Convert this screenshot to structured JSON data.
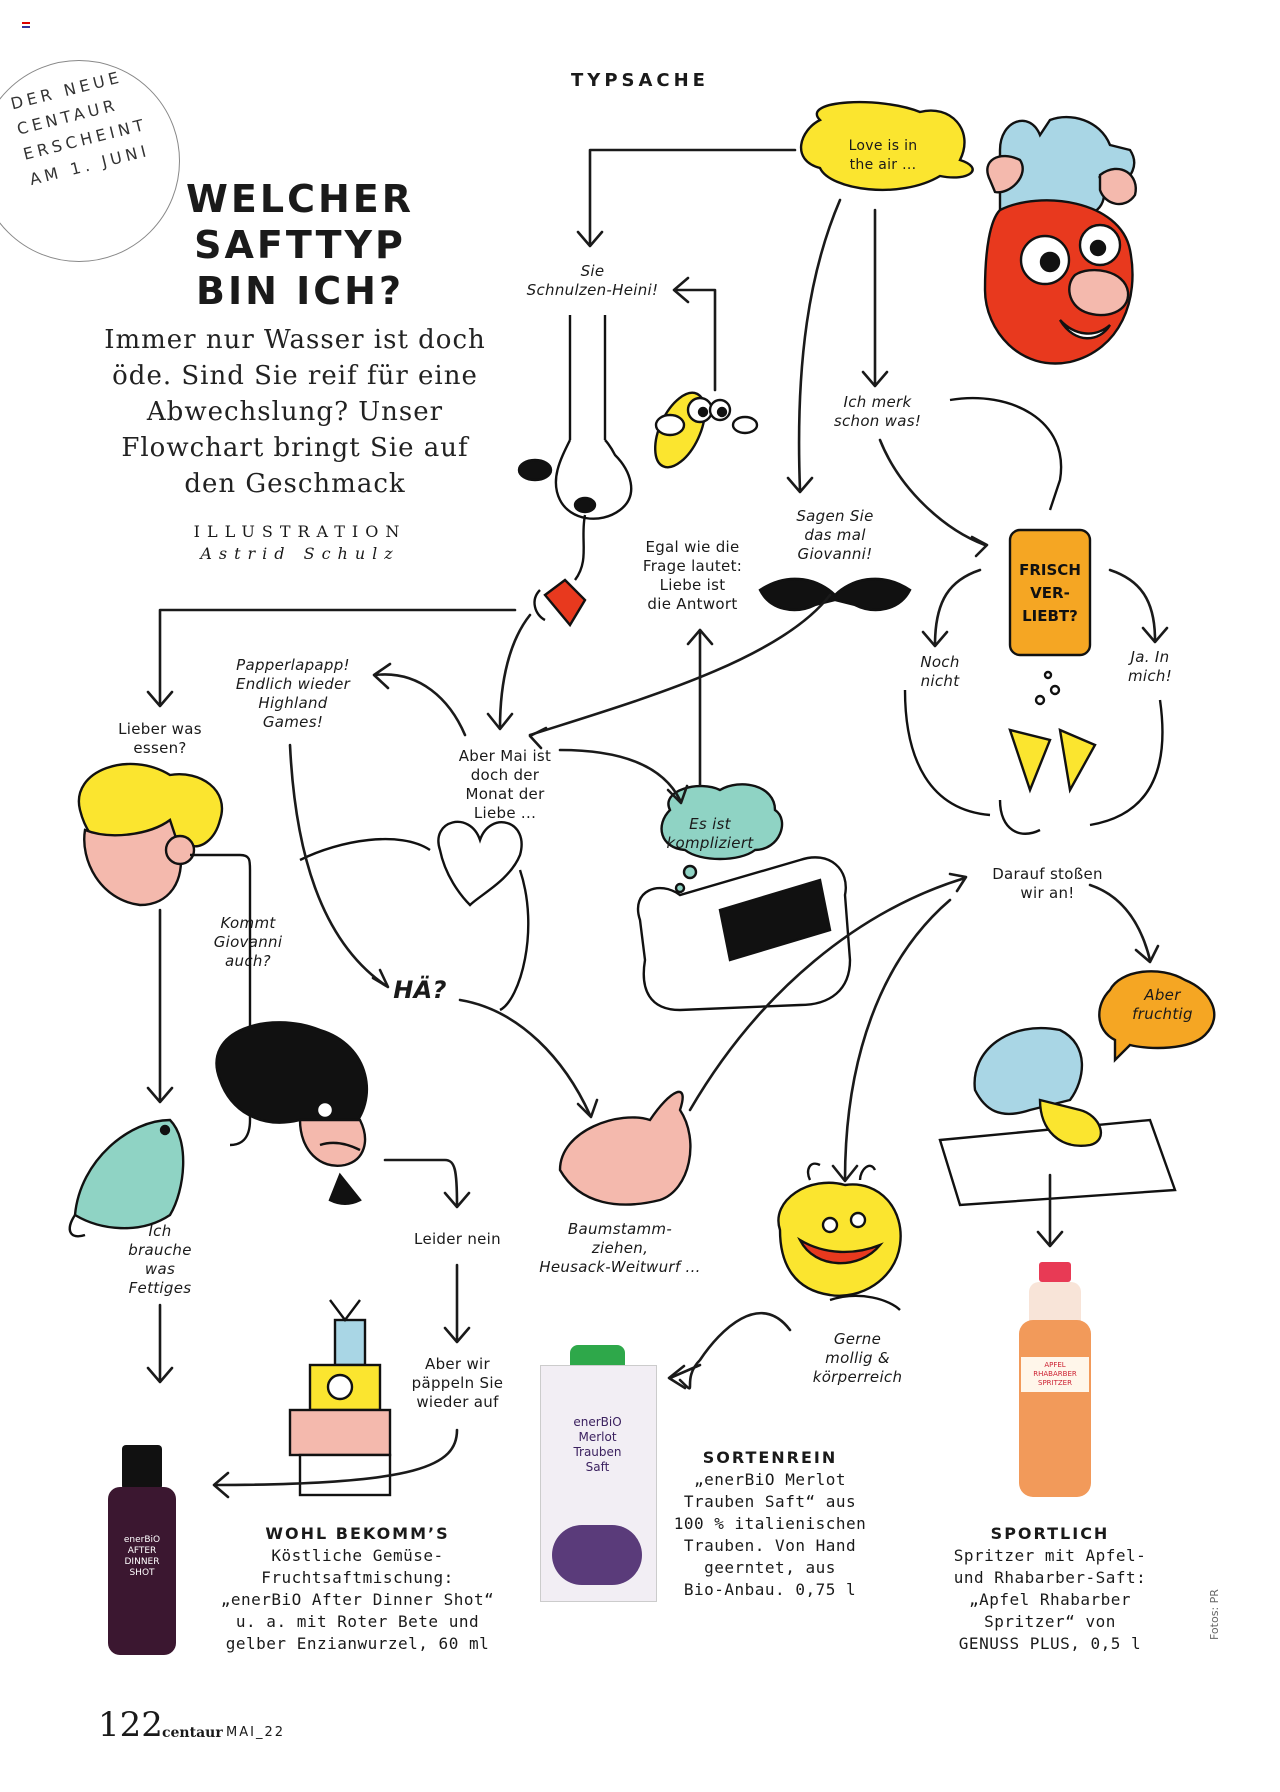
{
  "page": {
    "section": "TYPSACHE",
    "badge": "DER NEUE\nCENTAUR\nERSCHEINT\nAM 1. JUNI",
    "headline": "WELCHER\nSAFTTYP\nBIN ICH?",
    "intro": "Immer nur Wasser ist doch öde. Sind Sie reif für eine Abwechslung? Unser Flowchart bringt Sie auf den Geschmack",
    "illustration_label": "ILLUSTRATION",
    "illustrator": "Astrid Schulz"
  },
  "flow": {
    "love": "Love is in\nthe air ...",
    "schnulzen": "Sie\nSchnulzen-Heini!",
    "merk": "Ich merk\nschon was!",
    "egal": "Egal wie die\nFrage lautet:\nLiebe ist\ndie Antwort",
    "giovanni": "Sagen Sie\ndas mal\nGiovanni!",
    "can_text": "FRISCH\nVER-\nLIEBT?",
    "noch": "Noch\nnicht",
    "ja": "Ja. In\nmich!",
    "papperlapapp": "Papperlapapp!\nEndlich wieder\nHighland\nGames!",
    "lieber": "Lieber was\nessen?",
    "mai": "Aber Mai ist\ndoch der\nMonat der\nLiebe ...",
    "kompliziert": "Es ist\nkompliziert",
    "darauf": "Darauf stoßen\nwir an!",
    "kommt": "Kommt\nGiovanni\nauch?",
    "ha": "HÄ?",
    "fruchtig": "Aber\nfruchtig",
    "leider": "Leider nein",
    "baum": "Baumstamm-\nziehen,\nHeusack-Weitwurf ...",
    "fettiges": "Ich\nbrauche\nwas\nFettiges",
    "gerne": "Gerne\nmollig &\nkörperreich",
    "aufpappeln": "Aber wir\npäppeln Sie\nwieder auf"
  },
  "products": [
    {
      "title": "WOHL BEKOMM’S",
      "lines": [
        "Köstliche Gemüse-",
        "Fruchtsaftmischung:",
        "„enerBiO After Dinner Shot“",
        "u. a. mit Roter Bete und",
        "gelber Enzianwurzel, 60 ml"
      ],
      "label": "enerBiO\nAFTER\nDINNER\nSHOT"
    },
    {
      "title": "SORTENREIN",
      "lines": [
        "„enerBiO Merlot",
        "Trauben Saft“ aus",
        "100 % italienischen",
        "Trauben. Von Hand",
        "geerntet, aus",
        "Bio-Anbau. 0,75 l"
      ],
      "label": "enerBiO\nMerlot\nTrauben\nSaft"
    },
    {
      "title": "SPORTLICH",
      "lines": [
        "Spritzer mit Apfel-",
        "und Rhabarber-Saft:",
        "„Apfel Rhabarber",
        "Spritzer“ von",
        "GENUSS PLUS, 0,5 l"
      ],
      "label": "APFEL\nRHABARBER\nSPRITZER"
    }
  ],
  "footer": {
    "page_number": "122",
    "brand": "centaur",
    "issue": "MAI_22",
    "credit": "Fotos: PR"
  },
  "colors": {
    "yellow": "#fbe52f",
    "orange": "#f5a623",
    "mint": "#8fd3c4",
    "pink": "#f4b9ad",
    "red": "#e8391e",
    "blue": "#a9d6e5"
  }
}
